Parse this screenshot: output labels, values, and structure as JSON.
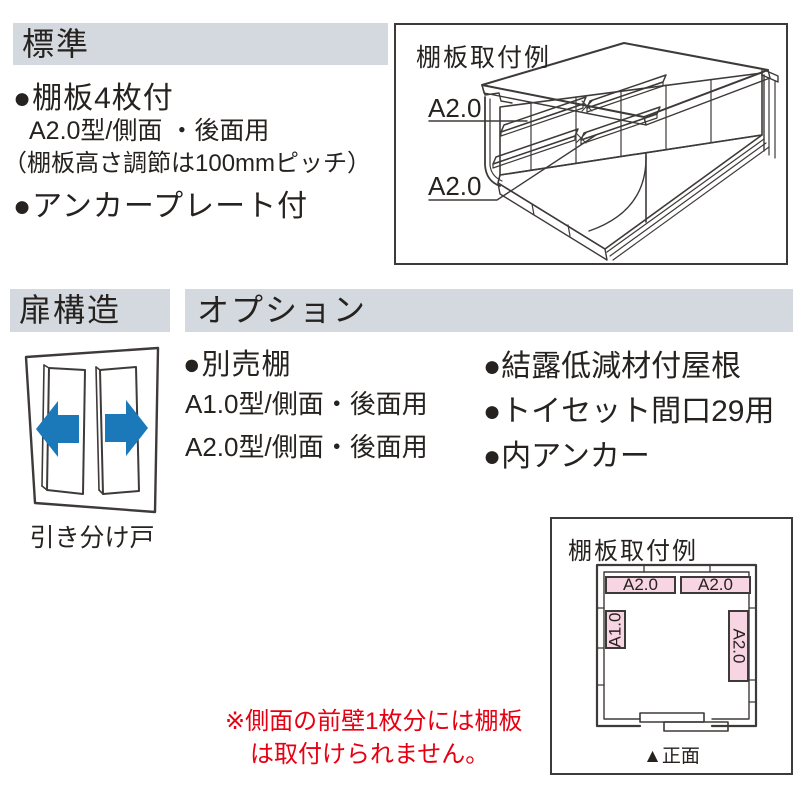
{
  "colors": {
    "header_bg": "#d3d9de",
    "text": "#262220",
    "note_red": "#e60012",
    "arrow_blue": "#1b79ba",
    "shelf_blue_3d": "#cfe8f7",
    "shelf_pink": "#f8d5e3",
    "line": "#3e3a39"
  },
  "standard": {
    "header": "標準",
    "item1": "●棚板4枚付",
    "item1_sub": "A2.0型/側面 ・後面用",
    "item1_note": "（棚板高さ調節は100mmピッチ）",
    "item2": "●アンカープレート付"
  },
  "shelf_example_3d": {
    "title": "棚板取付例",
    "labels": {
      "upper": "A2.0",
      "lower": "A2.0"
    }
  },
  "door": {
    "header": "扉構造",
    "caption": "引き分け戸"
  },
  "options": {
    "header": "オプション",
    "col1": [
      "●別売棚",
      "A1.0型/側面・後面用",
      "A2.0型/側面・後面用"
    ],
    "col2": [
      "●結露低減材付屋根",
      "●トイセット間口29用",
      "●内アンカー"
    ]
  },
  "plan": {
    "title": "棚板取付例",
    "shelves": {
      "top_left": "A2.0",
      "top_right": "A2.0",
      "left": "A1.0",
      "right": "A2.0"
    },
    "front_marker": "▲正面"
  },
  "note": {
    "line1": "※側面の前壁1枚分には棚板",
    "line2": "は取付けられません。"
  }
}
